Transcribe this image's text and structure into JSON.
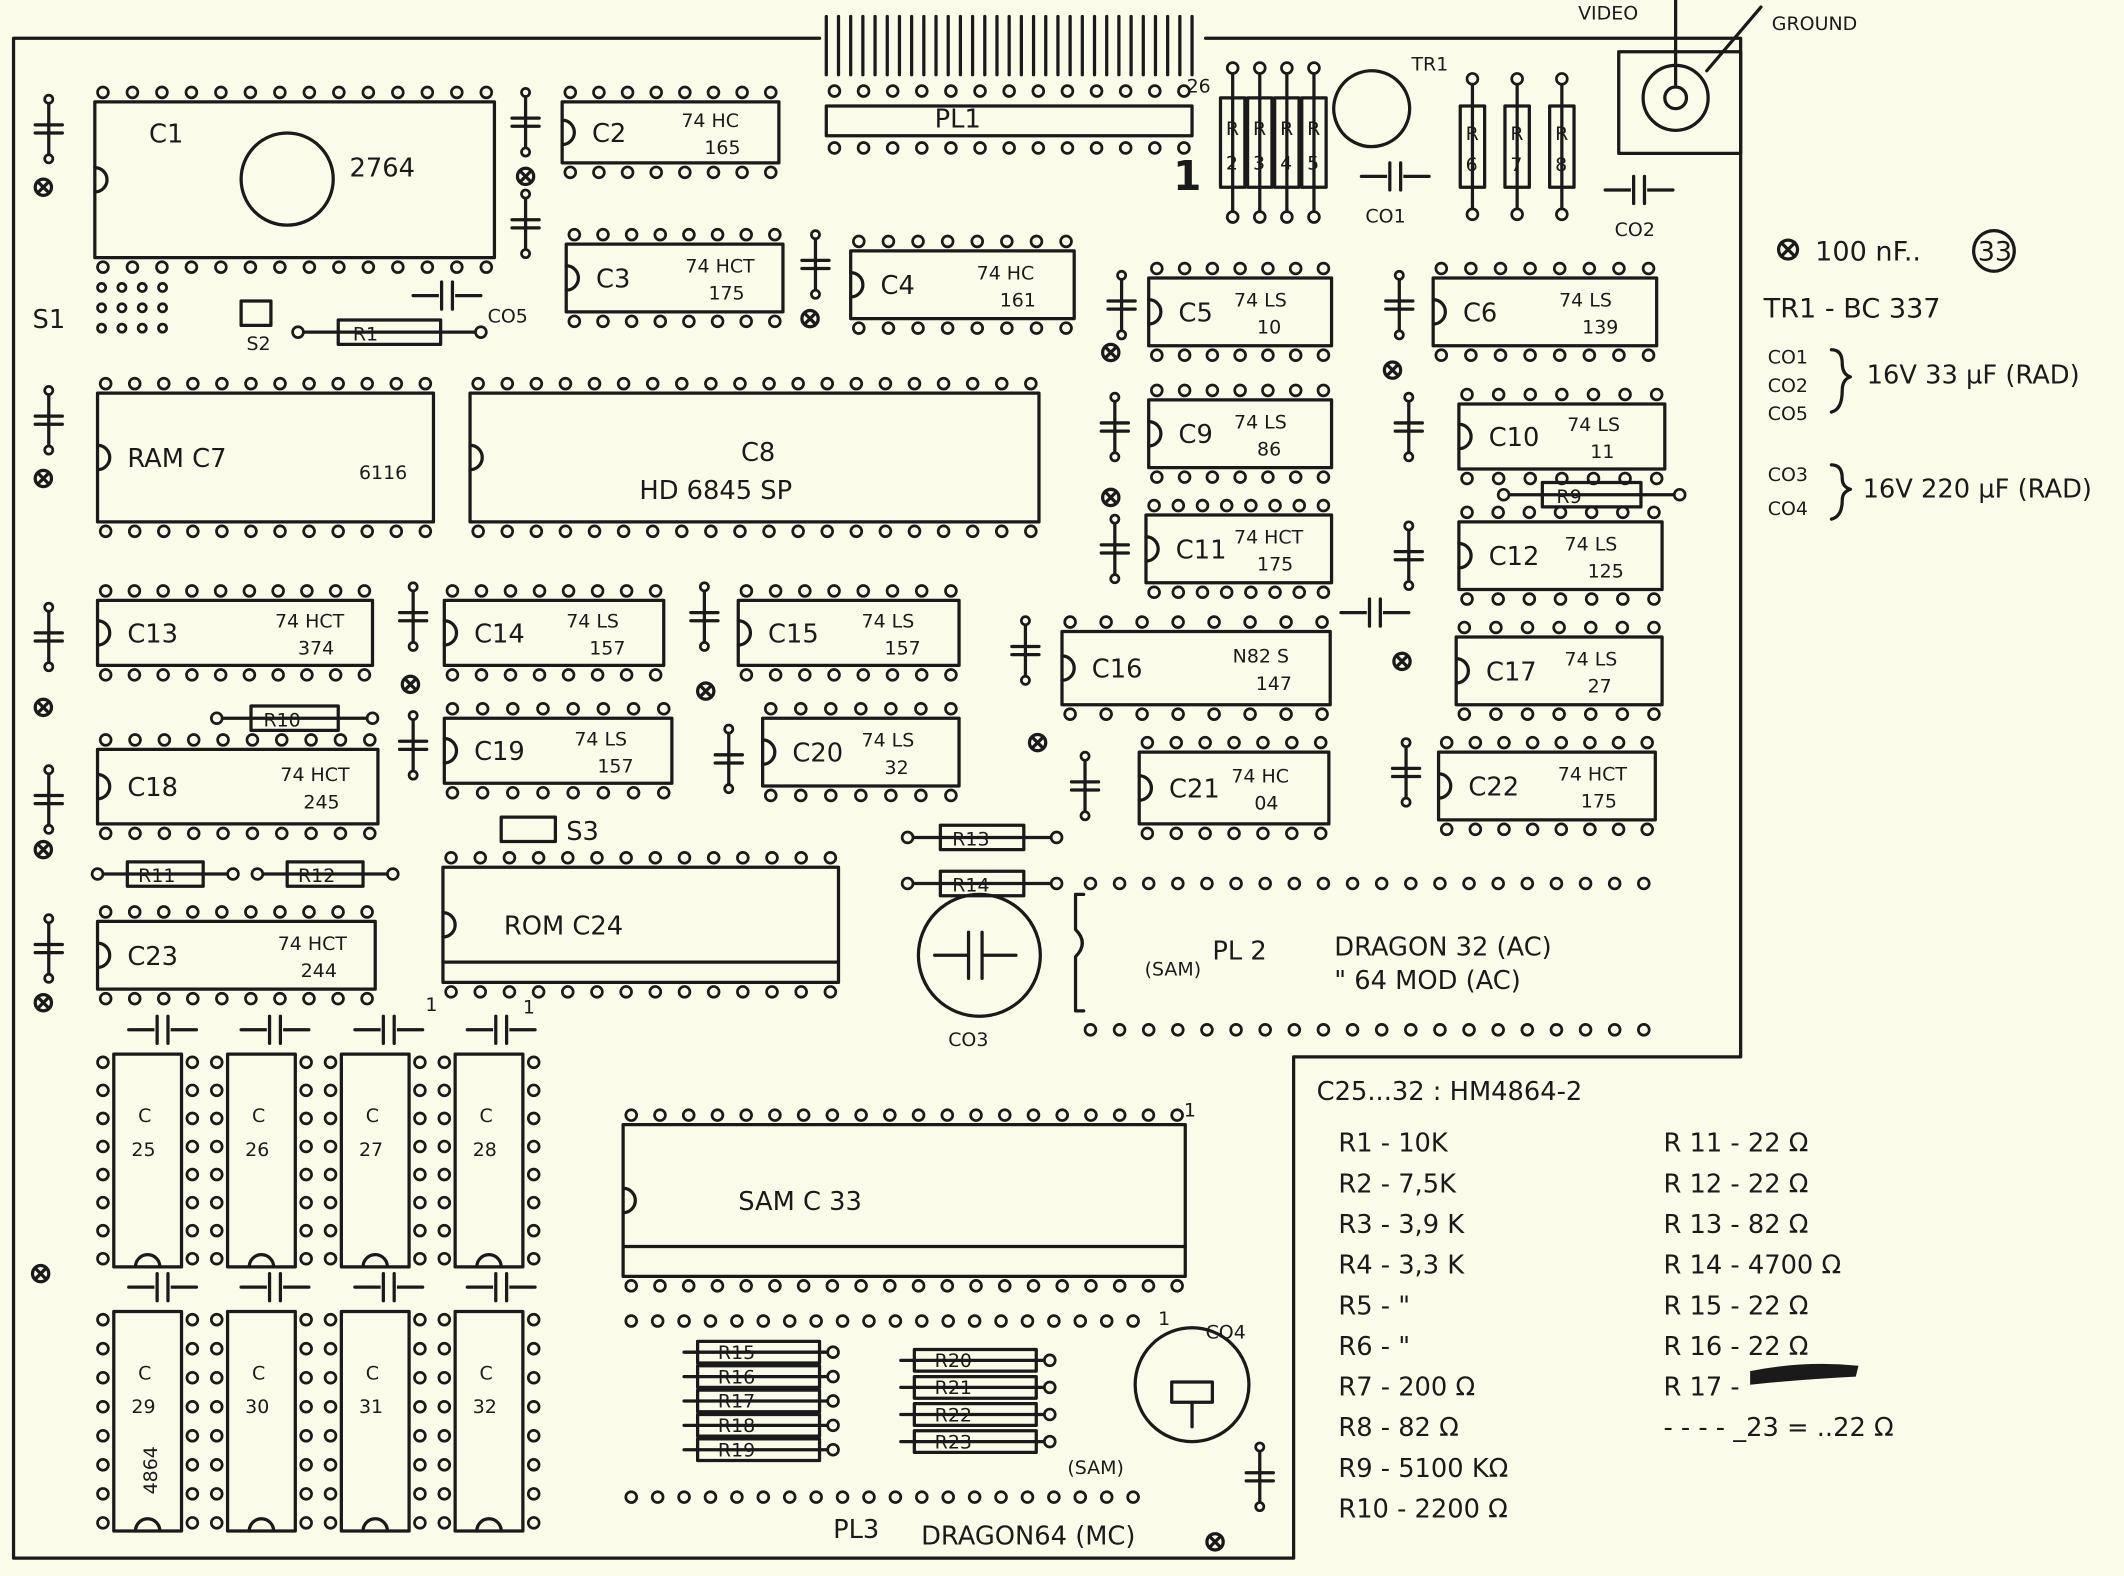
{
  "board": {
    "connectors": {
      "pl1": "PL1",
      "pin26": "26",
      "pin1": "1",
      "video": "VIDEO",
      "ground": "GROUND",
      "tr1": "TR1"
    },
    "switches": {
      "s1": "S1",
      "s2": "S2",
      "s3": "S3"
    },
    "caps": {
      "co1": "CO1",
      "co2": "CO2",
      "co3": "CO3",
      "co4": "CO4",
      "co5": "CO5"
    },
    "pl2": {
      "sam": "(SAM)",
      "name": "PL 2",
      "line1": "DRAGON 32 (AC)",
      "line2": "\"   64 MOD (AC)"
    },
    "pl3": {
      "name": "PL3",
      "desc": "DRAGON64 (MC)",
      "sam": "(SAM)"
    },
    "rom_pin1a": "1",
    "rom_pin1b": "1",
    "sam_pin1": "1",
    "co4_pin1": "1"
  },
  "chips": [
    {
      "id": "C1",
      "label": "C1",
      "part": "2764"
    },
    {
      "id": "C2",
      "label": "C2",
      "part": "74 HC 165"
    },
    {
      "id": "C3",
      "label": "C3",
      "part": "74 HCT 175"
    },
    {
      "id": "C4",
      "label": "C4",
      "part": "74 HC 161"
    },
    {
      "id": "C5",
      "label": "C5",
      "part": "74 LS 10"
    },
    {
      "id": "C6",
      "label": "C6",
      "part": "74 LS 139"
    },
    {
      "id": "C7",
      "label": "RAM  C7",
      "part": "6116"
    },
    {
      "id": "C8",
      "label": "C8",
      "part": "HD 6845 SP"
    },
    {
      "id": "C9",
      "label": "C9",
      "part": "74 LS 86"
    },
    {
      "id": "C10",
      "label": "C10",
      "part": "74 LS 11"
    },
    {
      "id": "C11",
      "label": "C11",
      "part": "74 HCT 175"
    },
    {
      "id": "C12",
      "label": "C12",
      "part": "74 LS 125"
    },
    {
      "id": "C13",
      "label": "C13",
      "part": "74 HCT 374"
    },
    {
      "id": "C14",
      "label": "C14",
      "part": "74 LS 157"
    },
    {
      "id": "C15",
      "label": "C15",
      "part": "74 LS 157"
    },
    {
      "id": "C16",
      "label": "C16",
      "part": "N82 S 147"
    },
    {
      "id": "C17",
      "label": "C17",
      "part": "74 LS 27"
    },
    {
      "id": "C18",
      "label": "C18",
      "part": "74 HCT 245"
    },
    {
      "id": "C19",
      "label": "C19",
      "part": "74 LS 157"
    },
    {
      "id": "C20",
      "label": "C20",
      "part": "74 LS 32"
    },
    {
      "id": "C21",
      "label": "C21",
      "part": "74 HC 04"
    },
    {
      "id": "C22",
      "label": "C22",
      "part": "74 HCT 175"
    },
    {
      "id": "C23",
      "label": "C23",
      "part": "74 HCT 244"
    },
    {
      "id": "C24",
      "label": "ROM        C24",
      "part": ""
    },
    {
      "id": "C25",
      "label": "C 25",
      "part": ""
    },
    {
      "id": "C26",
      "label": "C 26",
      "part": ""
    },
    {
      "id": "C27",
      "label": "C 27",
      "part": ""
    },
    {
      "id": "C28",
      "label": "C 28",
      "part": ""
    },
    {
      "id": "C29",
      "label": "C 29",
      "part": "4864"
    },
    {
      "id": "C30",
      "label": "C 30",
      "part": ""
    },
    {
      "id": "C31",
      "label": "C 31",
      "part": ""
    },
    {
      "id": "C32",
      "label": "C 32",
      "part": ""
    },
    {
      "id": "C33",
      "label": "SAM        C 33",
      "part": ""
    }
  ],
  "resistors": [
    "R1",
    "R2",
    "R3",
    "R4",
    "R5",
    "R6",
    "R7",
    "R8",
    "R9",
    "R10",
    "R11",
    "R12",
    "R13",
    "R14",
    "R15",
    "R16",
    "R17",
    "R18",
    "R19",
    "R20",
    "R21",
    "R22",
    "R23"
  ],
  "legend": {
    "bypass": "100 nF..",
    "bypass_count": "33",
    "tr1": "TR1 - BC 337",
    "group1": {
      "items": [
        "CO1",
        "CO2",
        "CO5"
      ],
      "value": "16V 33 µF (RAD)"
    },
    "group2": {
      "items": [
        "CO3",
        "CO4"
      ],
      "value": "16V 220 µF (RAD)"
    },
    "memory": "C25...32 : HM4864-2",
    "resistors_left": [
      "R1 - 10K",
      "R2 - 7,5K",
      "R3 - 3,9 K",
      "R4 - 3,3 K",
      "R5 - \"",
      "R6 - \"",
      "R7 - 200 Ω",
      "R8 - 82 Ω",
      "R9 - 5100 KΩ",
      "R10 - 2200 Ω"
    ],
    "resistors_right": [
      "R 11 - 22 Ω",
      "R 12 - 22 Ω",
      "R 13 - 82 Ω",
      "R 14 - 4700 Ω",
      "R 15 - 22 Ω",
      "R 16 - 22 Ω",
      "R 17 -",
      "- - - - _23 = ..22 Ω"
    ]
  }
}
